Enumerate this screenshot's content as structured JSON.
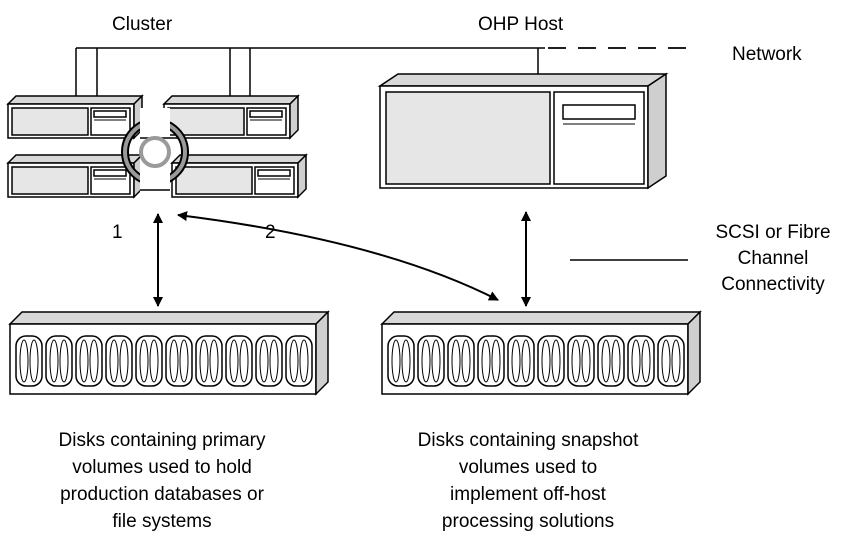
{
  "labels": {
    "cluster": "Cluster",
    "ohp_host": "OHP Host",
    "network": "Network",
    "node1": "1",
    "node2": "2",
    "connectivity": [
      "SCSI or Fibre",
      "Channel",
      "Connectivity"
    ],
    "primary_disks": [
      "Disks containing primary",
      "volumes used to hold",
      "production databases or",
      "file systems"
    ],
    "snapshot_disks": [
      "Disks containing snapshot",
      "volumes used to",
      "implement off-host",
      "processing solutions"
    ]
  }
}
